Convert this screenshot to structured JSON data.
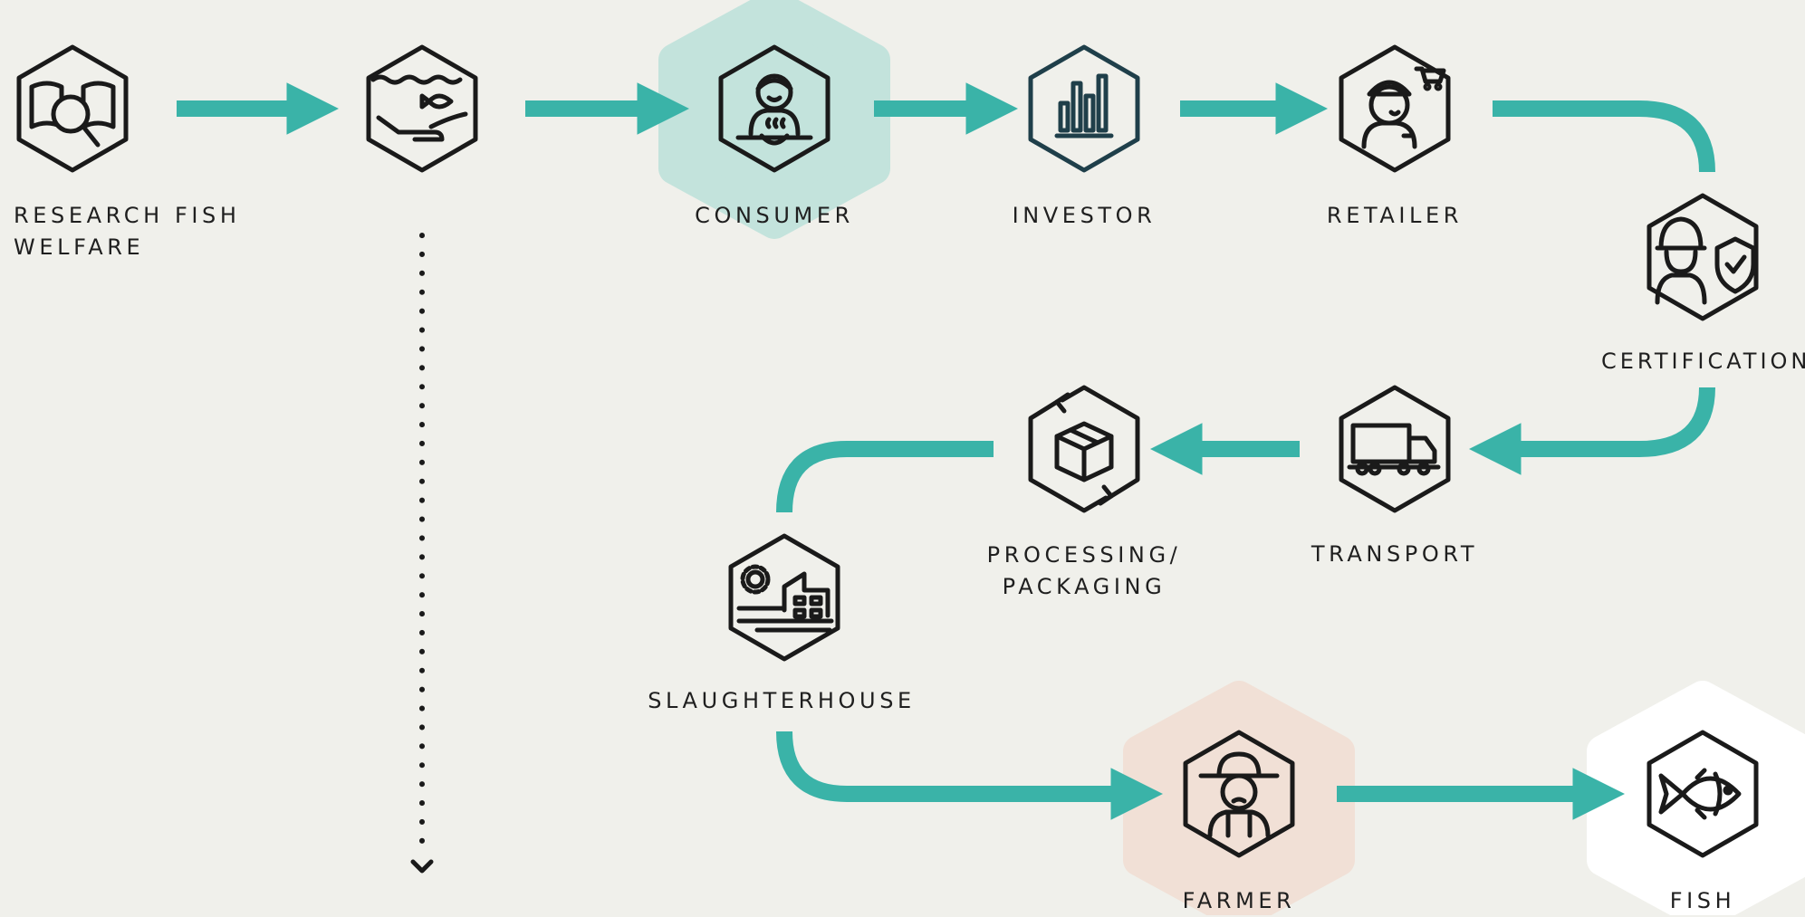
{
  "colors": {
    "background": "#f0f0eb",
    "arrow": "#3ab3a8",
    "icon_stroke": "#1a1a1a",
    "investor_stroke": "#1f3f4a",
    "consumer_halo": "#c3e3dc",
    "farmer_halo": "#f1e0d6",
    "fish_halo": "#ffffff"
  },
  "nodes": [
    {
      "id": "research",
      "icon": "magnifier-book-icon",
      "label_lines": [
        "RESEARCH FISH",
        "WELFARE"
      ]
    },
    {
      "id": "fish-care",
      "icon": "hand-fish-water-icon",
      "label_lines": []
    },
    {
      "id": "consumer",
      "icon": "consumer-eating-icon",
      "label_lines": [
        "CONSUMER"
      ],
      "halo": "consumer_halo"
    },
    {
      "id": "investor",
      "icon": "bar-chart-icon",
      "label_lines": [
        "INVESTOR"
      ]
    },
    {
      "id": "retailer",
      "icon": "shop-worker-cart-icon",
      "label_lines": [
        "RETAILER"
      ]
    },
    {
      "id": "certification",
      "icon": "inspector-shield-icon",
      "label_lines": [
        "CERTIFICATION"
      ]
    },
    {
      "id": "transport",
      "icon": "truck-icon",
      "label_lines": [
        "TRANSPORT"
      ]
    },
    {
      "id": "processing",
      "icon": "package-cycle-icon",
      "label_lines": [
        "PROCESSING/",
        "PACKAGING"
      ]
    },
    {
      "id": "slaughterhouse",
      "icon": "factory-gear-icon",
      "label_lines": [
        "SLAUGHTERHOUSE"
      ]
    },
    {
      "id": "farmer",
      "icon": "farmer-hat-icon",
      "label_lines": [
        "FARMER"
      ],
      "halo": "farmer_halo"
    },
    {
      "id": "fish",
      "icon": "fish-icon",
      "label_lines": [
        "FISH"
      ],
      "halo": "fish_halo"
    }
  ],
  "flows": [
    {
      "from": "research",
      "to": "fish-care"
    },
    {
      "from": "fish-care",
      "to": "consumer"
    },
    {
      "from": "consumer",
      "to": "investor"
    },
    {
      "from": "investor",
      "to": "retailer"
    },
    {
      "from": "retailer",
      "to": "certification"
    },
    {
      "from": "certification",
      "to": "transport"
    },
    {
      "from": "transport",
      "to": "processing"
    },
    {
      "from": "processing",
      "to": "slaughterhouse"
    },
    {
      "from": "slaughterhouse",
      "to": "farmer"
    },
    {
      "from": "farmer",
      "to": "fish"
    },
    {
      "from": "fish-care",
      "to": "downward",
      "style": "dotted"
    }
  ]
}
